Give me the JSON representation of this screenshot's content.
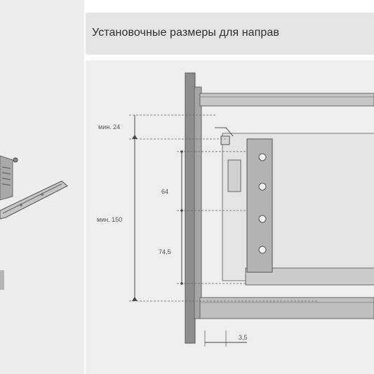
{
  "title": "Установочные размеры для направ",
  "dimensions": {
    "min_top": "мин. 24",
    "min_height": "мин. 150",
    "upper_spacing": "64",
    "lower_spacing": "74,5",
    "side_offset": "3,5"
  },
  "colors": {
    "cabinet_wall": "#8d8d8d",
    "rail": "#b3b3b3",
    "background": "#eeeeee",
    "line": "#444444"
  }
}
